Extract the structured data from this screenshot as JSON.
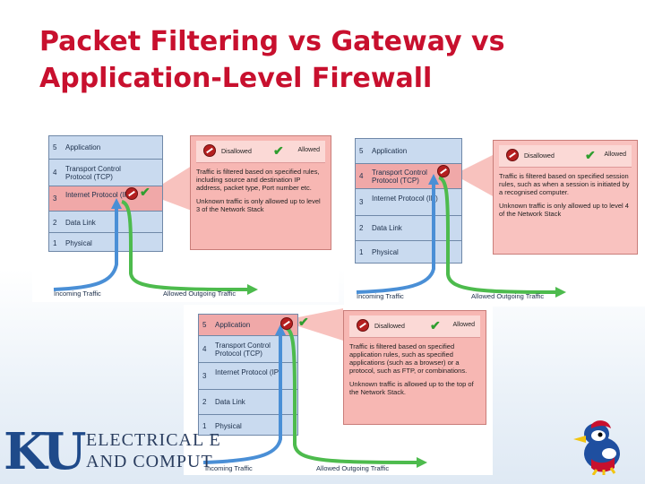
{
  "title": {
    "line1": "Packet Filtering vs Gateway vs",
    "line2": "Application-Level Firewall"
  },
  "layers": {
    "l5": {
      "num": "5",
      "label": "Application"
    },
    "l4": {
      "num": "4",
      "label": "Transport Control Protocol (TCP)"
    },
    "l3": {
      "num": "3",
      "label": "Internet Protocol (IP)"
    },
    "l2": {
      "num": "2",
      "label": "Data Link"
    },
    "l1": {
      "num": "1",
      "label": "Physical"
    }
  },
  "legend": {
    "disallowed": "Disallowed",
    "allowed": "Allowed"
  },
  "captions": {
    "incoming": "Incoming Traffic",
    "outgoing": "Allowed Outgoing Traffic"
  },
  "panels": {
    "packet_filter": {
      "text1": "Traffic is filtered based on specified rules, including source and destination IP address, packet type, Port number etc.",
      "text2": "Unknown traffic is only allowed up to level 3 of the Network Stack"
    },
    "gateway": {
      "text1": "Traffic is filtered based on specified session rules, such as when a session is initiated by a recognised computer.",
      "text2": "Unknown traffic is only allowed up to level 4 of the Network Stack"
    },
    "application": {
      "text1": "Traffic is filtered based on specified application rules, such as specified applications (such as a browser) or a protocol, such as FTP, or combinations.",
      "text2": "Unknown traffic is allowed up to the top of the Network Stack."
    }
  },
  "logo": {
    "ku": "KU",
    "line1": "ELECTRICAL E",
    "line2": "AND COMPUT"
  },
  "colors": {
    "title": "#c8102e",
    "stack": "#c9daef",
    "highlight": "#f0a8a8",
    "callout": "#f7b7b3",
    "incoming": "#4a8fd6",
    "outgoing": "#4dbb4d"
  }
}
